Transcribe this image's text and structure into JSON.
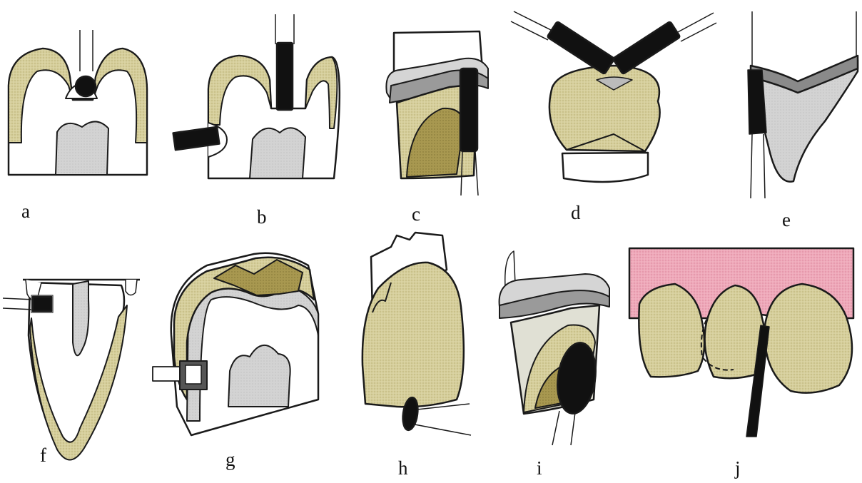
{
  "labels": [
    "a",
    "b",
    "c",
    "d",
    "e",
    "f",
    "g",
    "h",
    "i",
    "j"
  ],
  "colors": {
    "enamel": "#d8d2a4",
    "enamel_dark": "#a99a52",
    "pulp": "#cfcfcf",
    "gum": "#eea6b8",
    "metal_light": "#d2d2d2",
    "metal_dark": "#8e8e8e",
    "instrument": "#111111",
    "outline": "#1a1a1a"
  }
}
